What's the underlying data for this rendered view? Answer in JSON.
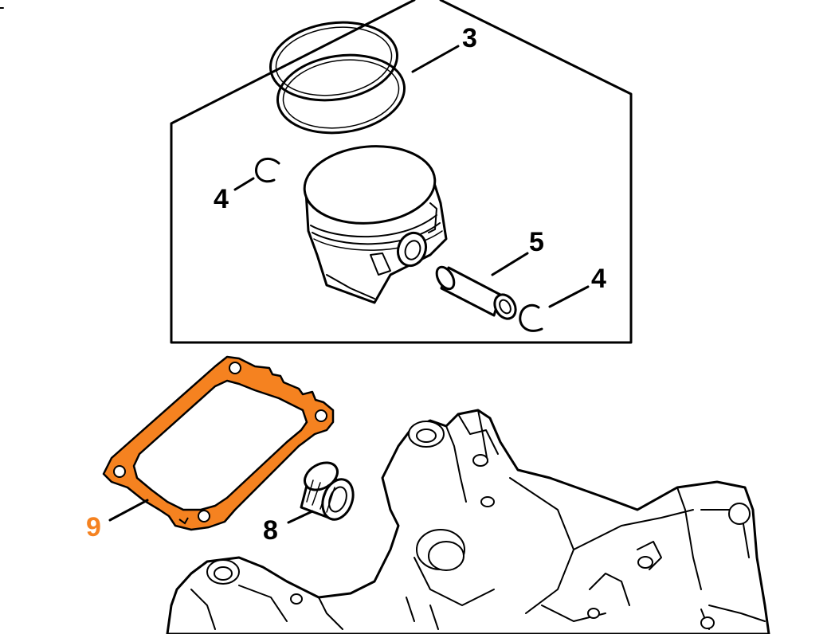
{
  "colors": {
    "line": "#000000",
    "background": "#ffffff",
    "highlight": "#f58220"
  },
  "callouts": {
    "piston_rings": "3",
    "circlip_left": "4",
    "piston_pin": "5",
    "circlip_right": "4",
    "needle_bearing": "8",
    "gasket": "9"
  }
}
